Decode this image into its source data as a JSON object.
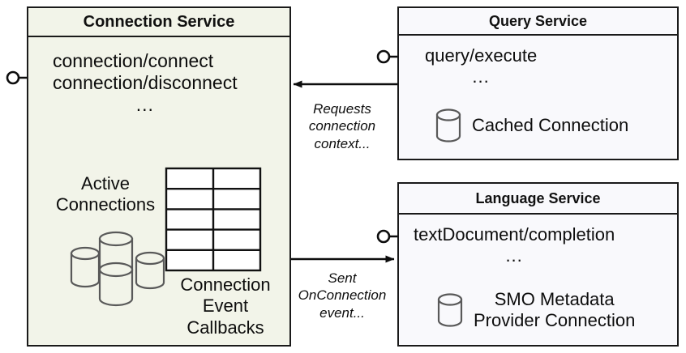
{
  "diagram": {
    "title": "Connection Service component diagram",
    "colors": {
      "connection_service_fill": "#f2f4e9",
      "service_fill": "#f9f9fc",
      "stroke": "#1a1a1a",
      "cylinder_stroke": "#595959"
    }
  },
  "connection_service": {
    "title": "Connection Service",
    "api": {
      "lines": [
        "connection/connect",
        "connection/disconnect"
      ],
      "ellipsis": "..."
    },
    "active_connections": {
      "label_line1": "Active",
      "label_line2": "Connections",
      "icon": "database-cluster-icon",
      "cylinder_count": 4
    },
    "callbacks": {
      "label_line1": "Connection",
      "label_line2": "Event",
      "label_line3": "Callbacks",
      "icon": "table-grid-icon",
      "table_rows": 5,
      "table_cols": 2
    },
    "provided_interface": "lollipop-interface-icon"
  },
  "query_service": {
    "title": "Query Service",
    "api": {
      "lines": [
        "query/execute"
      ],
      "ellipsis": "..."
    },
    "store": {
      "icon": "database-cylinder-icon",
      "caption": "Cached Connection"
    },
    "provided_interface": "lollipop-interface-icon"
  },
  "language_service": {
    "title": "Language Service",
    "api": {
      "lines": [
        "textDocument/completion"
      ],
      "ellipsis": "..."
    },
    "store": {
      "icon": "database-cylinder-icon",
      "caption_line1": "SMO Metadata",
      "caption_line2": "Provider Connection"
    },
    "provided_interface": "lollipop-interface-icon"
  },
  "edges": [
    {
      "id": "query-to-connection",
      "from": "Query Service",
      "to": "Connection Service",
      "direction": "right-to-left",
      "label_line1": "Requests",
      "label_line2": "connection",
      "label_line3": "context..."
    },
    {
      "id": "connection-to-language",
      "from": "Connection Service",
      "to": "Language Service",
      "direction": "left-to-right",
      "label_line1": "Sent",
      "label_line2": "OnConnection",
      "label_line3": "event..."
    }
  ]
}
